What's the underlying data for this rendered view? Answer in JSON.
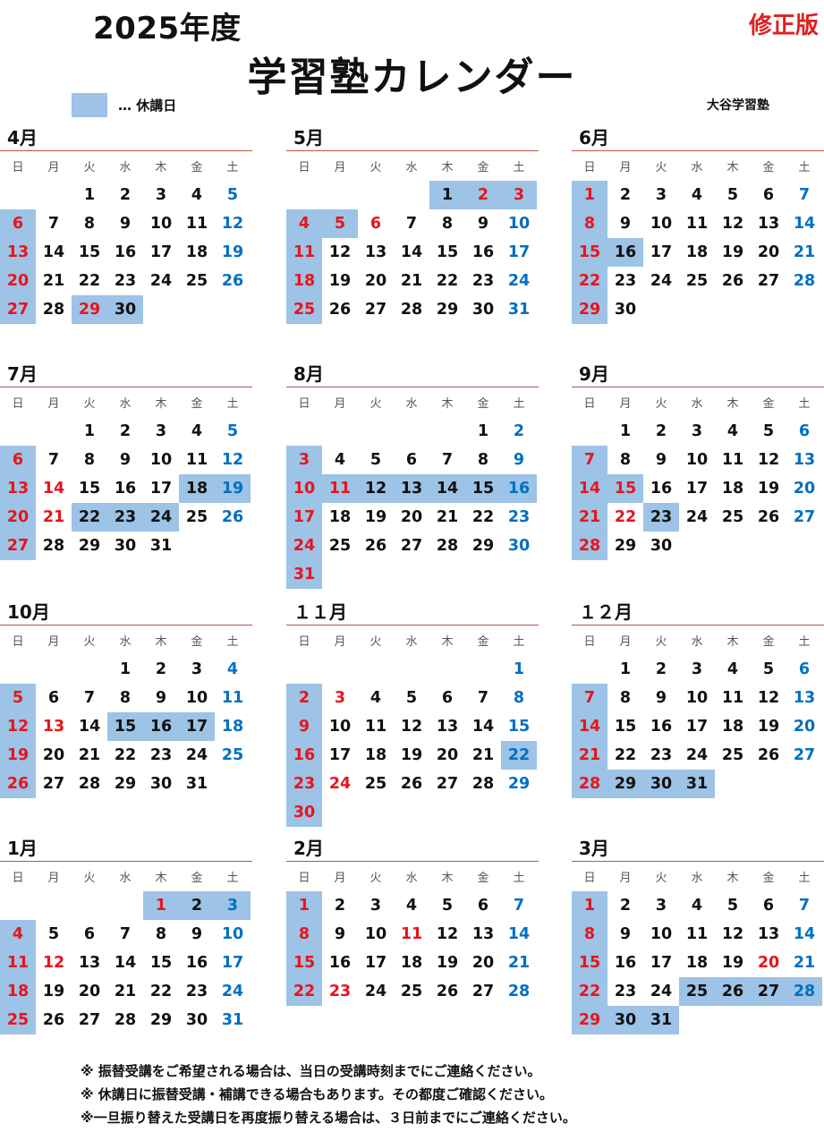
{
  "header": {
    "year_title": "2025年度",
    "revision_label": "修正版",
    "main_title": "学習塾カレンダー",
    "legend_text": "… 休講日",
    "school_name": "大谷学習塾"
  },
  "colors": {
    "closed_fill": "#9dc3e6",
    "holiday_red": "#e8141c",
    "saturday_blue": "#0070c0",
    "rule": "#c0504d"
  },
  "weekdays": [
    "日",
    "月",
    "火",
    "水",
    "木",
    "金",
    "土"
  ],
  "months": [
    {
      "title": "4月",
      "first_weekday": 2,
      "days": 30,
      "red": [
        6,
        13,
        20,
        27,
        29
      ],
      "blue": [
        5,
        12,
        19,
        26
      ],
      "closed": [
        6,
        13,
        20,
        27,
        29,
        30
      ]
    },
    {
      "title": "5月",
      "first_weekday": 4,
      "days": 31,
      "red": [
        2,
        3,
        4,
        5,
        6,
        11,
        18,
        25
      ],
      "blue": [
        10,
        17,
        24,
        31
      ],
      "closed": [
        1,
        2,
        3,
        4,
        5,
        11,
        18,
        25
      ]
    },
    {
      "title": "6月",
      "first_weekday": 0,
      "days": 30,
      "red": [
        1,
        8,
        15,
        22,
        29
      ],
      "blue": [
        7,
        14,
        21,
        28
      ],
      "closed": [
        1,
        8,
        15,
        16,
        22,
        29
      ]
    },
    {
      "title": "7月",
      "first_weekday": 2,
      "days": 31,
      "red": [
        6,
        13,
        14,
        20,
        21,
        27
      ],
      "blue": [
        5,
        12,
        19,
        26
      ],
      "closed": [
        6,
        13,
        18,
        19,
        20,
        22,
        23,
        24,
        27
      ]
    },
    {
      "title": "8月",
      "first_weekday": 5,
      "days": 31,
      "red": [
        3,
        10,
        11,
        17,
        24,
        31
      ],
      "blue": [
        2,
        9,
        16,
        23,
        30
      ],
      "closed": [
        3,
        10,
        11,
        12,
        13,
        14,
        15,
        16,
        17,
        24,
        31
      ]
    },
    {
      "title": "9月",
      "first_weekday": 1,
      "days": 30,
      "red": [
        7,
        14,
        15,
        21,
        22,
        28
      ],
      "blue": [
        6,
        13,
        20,
        27
      ],
      "closed": [
        7,
        14,
        15,
        21,
        23,
        28
      ]
    },
    {
      "title": "10月",
      "first_weekday": 3,
      "days": 31,
      "red": [
        5,
        12,
        13,
        19,
        26
      ],
      "blue": [
        4,
        11,
        18,
        25
      ],
      "closed": [
        5,
        12,
        15,
        16,
        17,
        19,
        26
      ]
    },
    {
      "title": "１１月",
      "first_weekday": 6,
      "days": 30,
      "red": [
        2,
        3,
        9,
        16,
        23,
        24,
        30
      ],
      "blue": [
        1,
        8,
        15,
        22,
        29
      ],
      "closed": [
        2,
        9,
        16,
        22,
        23,
        30
      ]
    },
    {
      "title": "１２月",
      "first_weekday": 1,
      "days": 31,
      "red": [
        7,
        14,
        21,
        28
      ],
      "blue": [
        6,
        13,
        20,
        27
      ],
      "closed": [
        7,
        14,
        21,
        28,
        29,
        30,
        31
      ]
    },
    {
      "title": "1月",
      "first_weekday": 4,
      "days": 31,
      "red": [
        1,
        4,
        11,
        12,
        18,
        25
      ],
      "blue": [
        3,
        10,
        17,
        24,
        31
      ],
      "closed": [
        1,
        2,
        3,
        4,
        11,
        18,
        25
      ]
    },
    {
      "title": "2月",
      "first_weekday": 0,
      "days": 28,
      "red": [
        1,
        8,
        11,
        15,
        22,
        23
      ],
      "blue": [
        7,
        14,
        21,
        28
      ],
      "closed": [
        1,
        8,
        15,
        22
      ]
    },
    {
      "title": "3月",
      "first_weekday": 0,
      "days": 31,
      "red": [
        1,
        8,
        15,
        20,
        22,
        29
      ],
      "blue": [
        7,
        14,
        21,
        28
      ],
      "closed": [
        1,
        8,
        15,
        22,
        25,
        26,
        27,
        28,
        29,
        30,
        31
      ]
    }
  ],
  "notes": [
    "※ 振替受講をご希望される場合は、当日の受講時刻までにご連絡ください。",
    "※ 休講日に振替受講・補講できる場合もあります。その都度ご確認ください。",
    "※一旦振り替えた受講日を再度振り替える場合は、３日前までにご連絡ください。"
  ]
}
